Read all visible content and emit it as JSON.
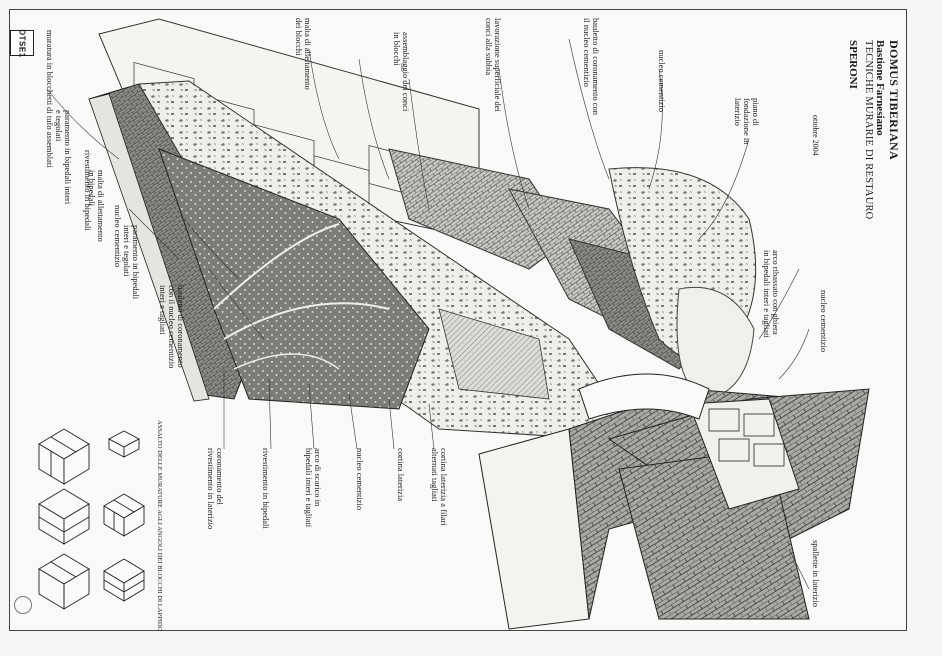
{
  "sheet": {
    "tag": "DTSE1",
    "title": {
      "line1": "DOMUS TIBERIANA",
      "line2": "Bastione Farnesiano",
      "line3": "TECNICHE MURARIE DI RESTAURO",
      "line4": "SPERONI",
      "date": "ottobre 2004"
    },
    "legend_caption": "ASSALTO DELLE MURATURE AGLI ANGOLI DEI BLOCCHI DI LAPPIDO",
    "colors": {
      "ink": "#1a1a1a",
      "paper": "#f9f9f7",
      "hatch": "#555555"
    }
  },
  "labels": {
    "top": [
      "muratura in blocchetti di tufo assemblati",
      "malta di allettamento dei blocchi",
      "assemblaggio dei conci in blocchi",
      "lavorazione superficiale dei conci alla subbia",
      "bauletto di coronamento con il nucleo cementizio",
      "nucleo cementizio",
      "piano di fondazione in laterizio"
    ],
    "left": [
      "paramento in bipedali interi e tegolati",
      "rivestimento in bipedali",
      "malta di allettamento in bipedali",
      "nucleo cementizio",
      "paramento in bipedali interi e tegolati",
      "bauletto di coronamento con il nucleo cementizio interi e tagliati"
    ],
    "right": [
      "arco ribassato con ghiera in bipedali interi e tagliati",
      "nucleo cementizio"
    ],
    "bottom": [
      "coronamento del rivestimento in laterizio",
      "rivestimento in bipedali",
      "arco di scarico in bipedali interi e tagliati",
      "nucleo cementizio",
      "cortina laterizia",
      "cortina laterizia a filari alternati tagliati"
    ],
    "bottom_right": "spallette in laterizio"
  }
}
